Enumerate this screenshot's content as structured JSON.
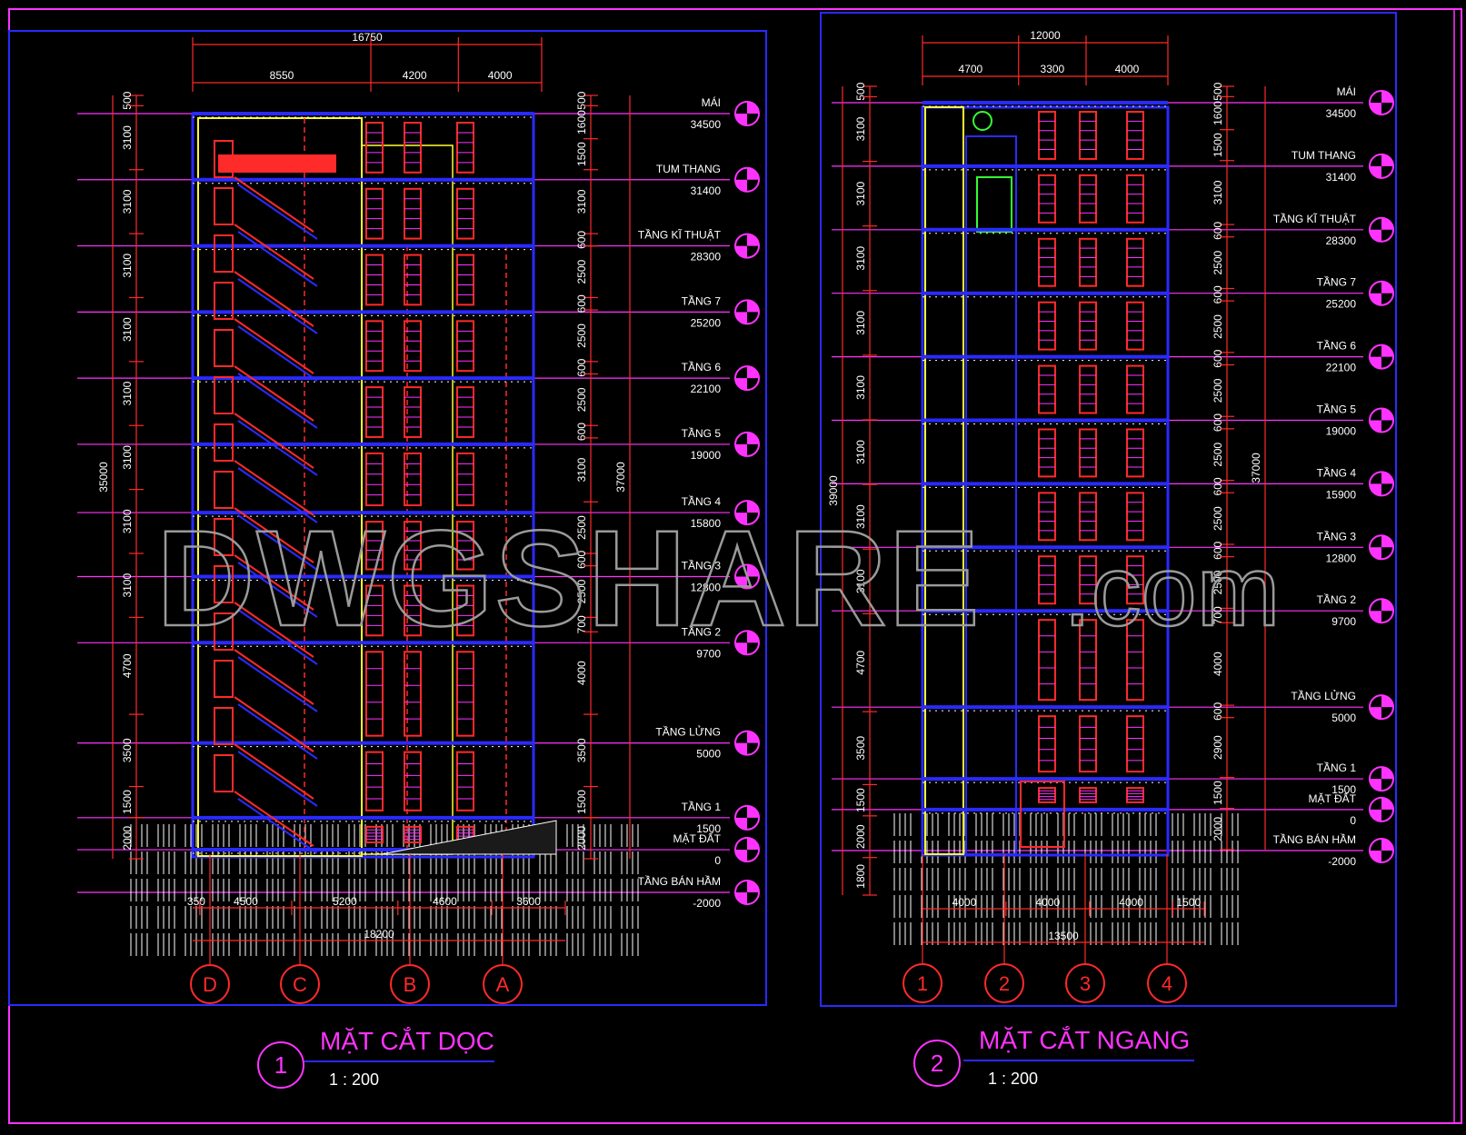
{
  "watermark": {
    "main": "DWGSHARE",
    "suffix": ".com"
  },
  "colors": {
    "background": "#000000",
    "frame": "#ff33ff",
    "border": "#2a2aff",
    "grid": "#ff33ff",
    "dims": "#ff2a2a",
    "text": "#ffffff",
    "title": "#ff33ff"
  },
  "section1": {
    "number": "1",
    "title": "MẶT CẮT DỌC",
    "scale": "1 : 200",
    "top_dims": {
      "total": "16750",
      "parts": [
        "8550",
        "4200",
        "4000"
      ]
    },
    "bottom_dims": {
      "total": "18200",
      "parts": [
        "350",
        "4500",
        "5200",
        "4600",
        "3600"
      ]
    },
    "left_dims": [
      "500",
      "3100",
      "3100",
      "3100",
      "3100",
      "3100",
      "3100",
      "3100",
      "3100",
      "4700",
      "3500",
      "1500",
      "2000"
    ],
    "left_total": "35000",
    "right_dims": [
      "500",
      "1600",
      "1500",
      "3100",
      "600",
      "2500",
      "600",
      "2500",
      "600",
      "2500",
      "600",
      "3100",
      "2500",
      "600",
      "2500",
      "700",
      "4000",
      "3500",
      "1500",
      "2000"
    ],
    "right_total": "37000",
    "axes": [
      "D",
      "C",
      "B",
      "A"
    ],
    "levels": [
      {
        "name": "MÁI",
        "value": "34500"
      },
      {
        "name": "TUM THANG",
        "value": "31400"
      },
      {
        "name": "TẦNG KĨ THUẬT",
        "value": "28300"
      },
      {
        "name": "TẦNG 7",
        "value": "25200"
      },
      {
        "name": "TẦNG 6",
        "value": "22100"
      },
      {
        "name": "TẦNG 5",
        "value": "19000"
      },
      {
        "name": "TẦNG 4",
        "value": "15800"
      },
      {
        "name": "TẦNG 3",
        "value": "12800"
      },
      {
        "name": "TẦNG 2",
        "value": "9700"
      },
      {
        "name": "TẦNG LỬNG",
        "value": "5000"
      },
      {
        "name": "TẦNG 1",
        "value": "1500"
      },
      {
        "name": "MẶT ĐẤT",
        "value": "0"
      },
      {
        "name": "TẦNG BÁN HẦM",
        "value": "-2000"
      }
    ]
  },
  "section2": {
    "number": "2",
    "title": "MẶT CẮT NGANG",
    "scale": "1 : 200",
    "top_dims": {
      "total": "12000",
      "parts": [
        "4700",
        "3300",
        "4000"
      ]
    },
    "bottom_dims": {
      "total": "13500",
      "parts": [
        "4000",
        "4000",
        "4000",
        "1500"
      ]
    },
    "left_dims": [
      "500",
      "3100",
      "3100",
      "3100",
      "3100",
      "3100",
      "3100",
      "3100",
      "3100",
      "4700",
      "3500",
      "1500",
      "2000",
      "1800"
    ],
    "left_total": "39000",
    "right_dims": [
      "500",
      "1600",
      "1500",
      "3100",
      "600",
      "2500",
      "600",
      "2500",
      "600",
      "2500",
      "600",
      "2500",
      "600",
      "2500",
      "600",
      "2500",
      "700",
      "4000",
      "600",
      "2900",
      "1500",
      "2000"
    ],
    "right_total": "37000",
    "axes": [
      "1",
      "2",
      "3",
      "4"
    ],
    "levels": [
      {
        "name": "MÁI",
        "value": "34500"
      },
      {
        "name": "TUM THANG",
        "value": "31400"
      },
      {
        "name": "TẦNG KĨ THUẬT",
        "value": "28300"
      },
      {
        "name": "TẦNG 7",
        "value": "25200"
      },
      {
        "name": "TẦNG 6",
        "value": "22100"
      },
      {
        "name": "TẦNG 5",
        "value": "19000"
      },
      {
        "name": "TẦNG 4",
        "value": "15900"
      },
      {
        "name": "TẦNG 3",
        "value": "12800"
      },
      {
        "name": "TẦNG 2",
        "value": "9700"
      },
      {
        "name": "TẦNG LỬNG",
        "value": "5000"
      },
      {
        "name": "TẦNG 1",
        "value": "1500"
      },
      {
        "name": "MẶT ĐẤT",
        "value": "0"
      },
      {
        "name": "TẦNG BÁN HẦM",
        "value": "-2000"
      }
    ]
  }
}
